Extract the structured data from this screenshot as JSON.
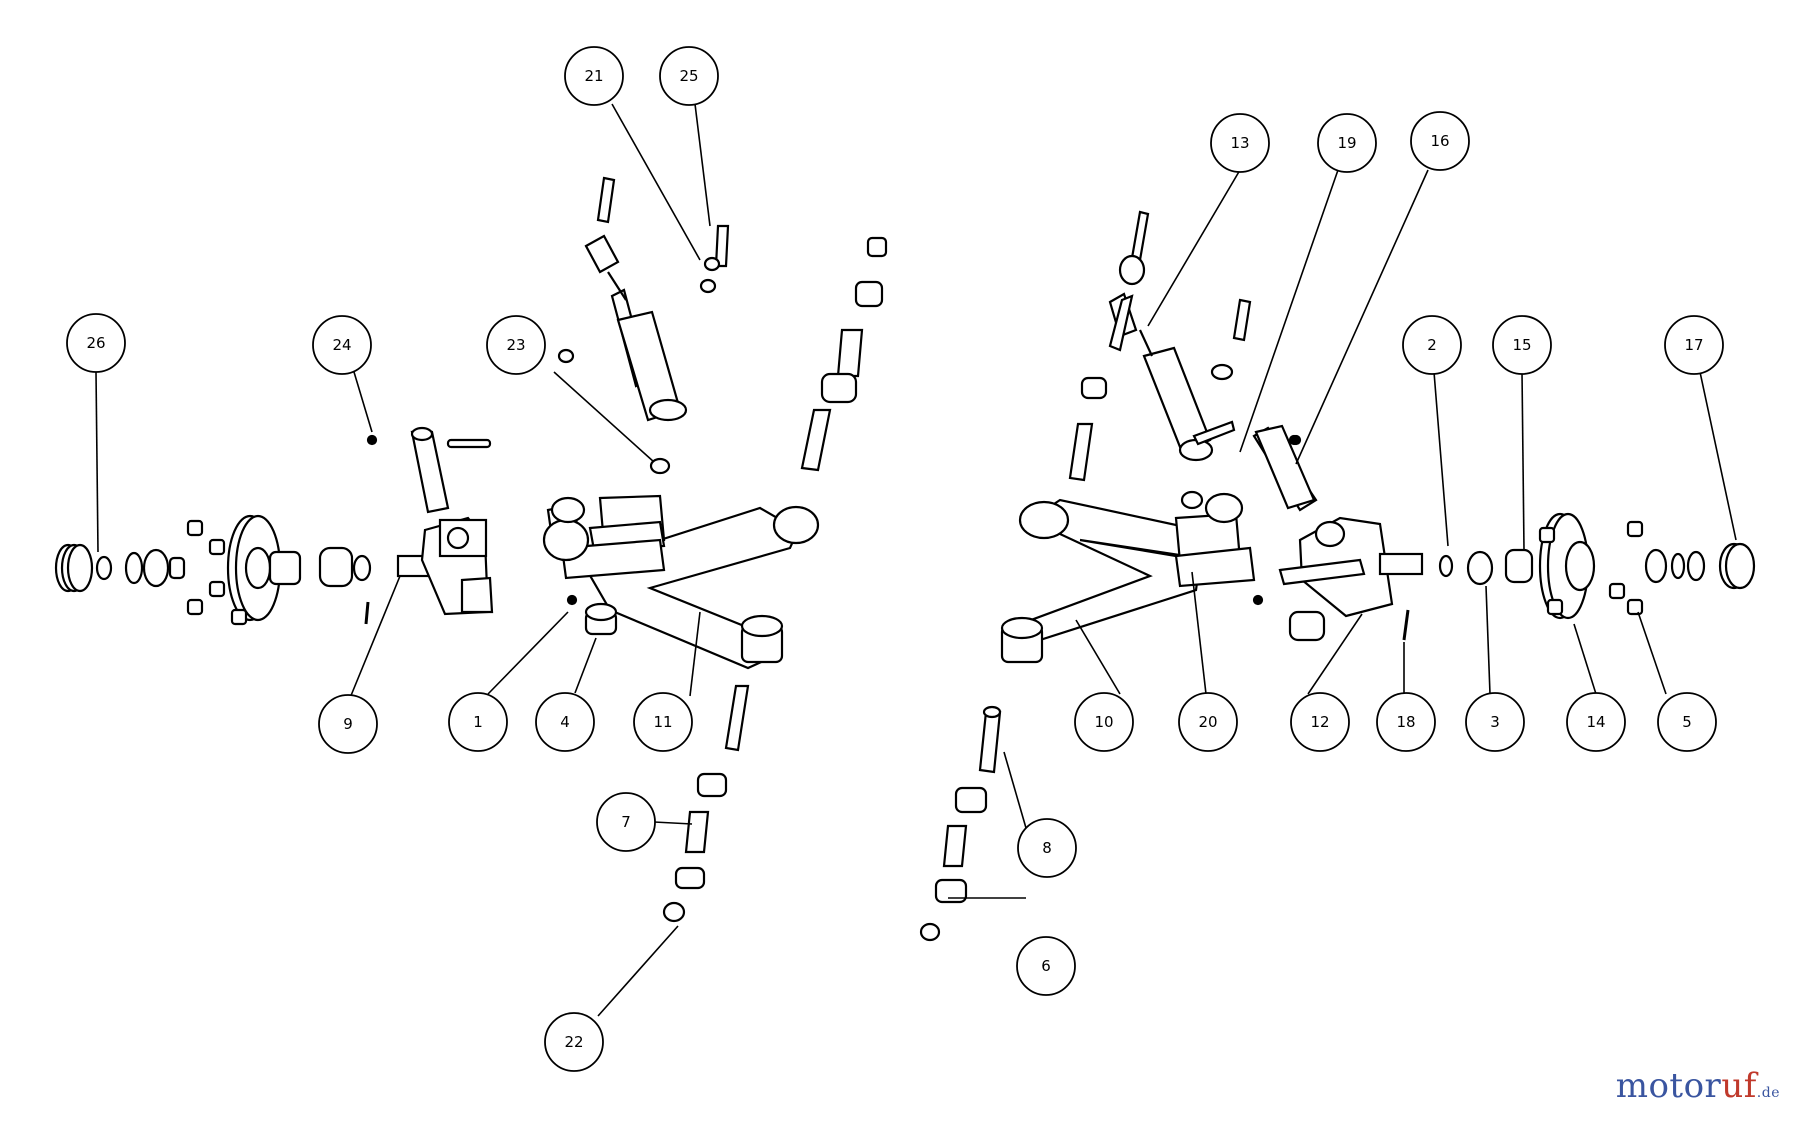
{
  "callouts": {
    "c1": "1",
    "c2": "2",
    "c3": "3",
    "c4": "4",
    "c5": "5",
    "c6": "6",
    "c7": "7",
    "c8": "8",
    "c9": "9",
    "c10": "10",
    "c11": "11",
    "c12": "12",
    "c13": "13",
    "c14": "14",
    "c15": "15",
    "c16": "16",
    "c17": "17",
    "c18": "18",
    "c19": "19",
    "c20": "20",
    "c21": "21",
    "c22": "22",
    "c23": "23",
    "c24": "24",
    "c25": "25",
    "c26": "26"
  },
  "watermark": {
    "part1": "motor",
    "part2": "uf",
    "suffix": ".de"
  },
  "colors": {
    "ink": "#000000",
    "fill": "#ffffff"
  }
}
